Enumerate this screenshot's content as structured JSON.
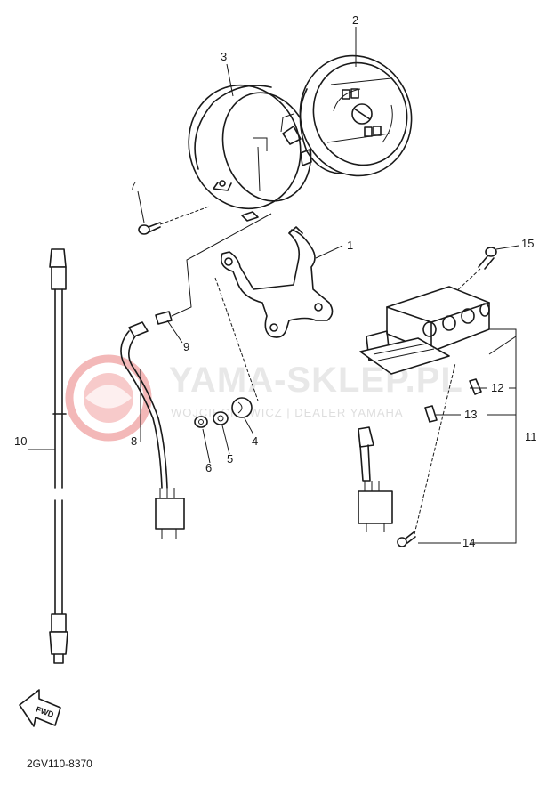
{
  "diagram": {
    "diagram_code": "2GV110-8370",
    "watermark": {
      "brand_text": "YAMA-SKLEP.PL",
      "subtext": "WOJCIECHOWICZ | DEALER YAMAHA",
      "logo_color": "#f3b3b3",
      "text_color": "#e0e0e0"
    },
    "fwd_label": "FWD",
    "callouts": {
      "c1": "1",
      "c2": "2",
      "c3": "3",
      "c4": "4",
      "c5": "5",
      "c6": "6",
      "c7": "7",
      "c8": "8",
      "c9": "9",
      "c10": "10",
      "c11": "11",
      "c12": "12",
      "c13": "13",
      "c14": "14",
      "c15": "15"
    }
  }
}
